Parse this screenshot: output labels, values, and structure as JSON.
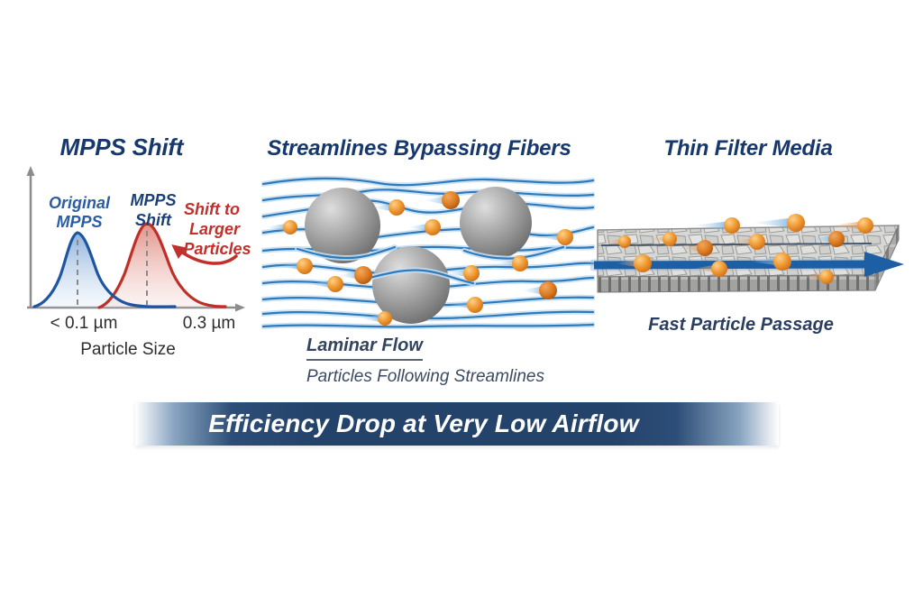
{
  "panels": {
    "mpps": {
      "title": "MPPS Shift",
      "labels": {
        "original_line1": "Original",
        "original_line2": "MPPS",
        "shift_line1": "MPPS",
        "shift_line2": "Shift",
        "annotation_line1": "Shift to",
        "annotation_line2": "Larger",
        "annotation_line3": "Particles"
      },
      "axis": {
        "tick_left": "< 0.1 µm",
        "tick_right": "0.3 µm",
        "xlabel": "Particle Size"
      }
    },
    "streamlines": {
      "title": "Streamlines Bypassing Fibers",
      "caption_heading": "Laminar Flow",
      "caption_text": "Particles Following Streamlines"
    },
    "filter_media": {
      "title": "Thin Filter Media",
      "caption": "Fast Particle Passage"
    }
  },
  "banner": {
    "text": "Efficiency Drop at Very Low Airflow"
  },
  "colors": {
    "title_navy": "#17386d",
    "label_blue": "#2a5da4",
    "label_red": "#c0302c",
    "slate_text": "#3b4a63",
    "banner_navy": "#24436b",
    "streamline_blue": "#2d7abc",
    "particle_orange": "#f09b33",
    "fiber_gray": "#8a8a8a",
    "curve_blue": "#1e55a0",
    "curve_red": "#bf2f28"
  },
  "chart_data": {
    "type": "area",
    "title": "MPPS Shift",
    "xlabel": "Particle Size",
    "ylabel": "",
    "x_ticks": [
      "< 0.1 µm",
      "0.3 µm"
    ],
    "series": [
      {
        "name": "Original MPPS",
        "color": "#1e55a0",
        "peak_x": "< 0.1 µm",
        "shape": "bell-shaped distribution"
      },
      {
        "name": "MPPS Shift",
        "color": "#bf2f28",
        "peak_x": "between 0.1 µm and 0.3 µm",
        "shape": "bell-shaped distribution"
      }
    ],
    "annotation": "Shift to Larger Particles",
    "legend_position": "labels above peaks",
    "grid": false
  }
}
